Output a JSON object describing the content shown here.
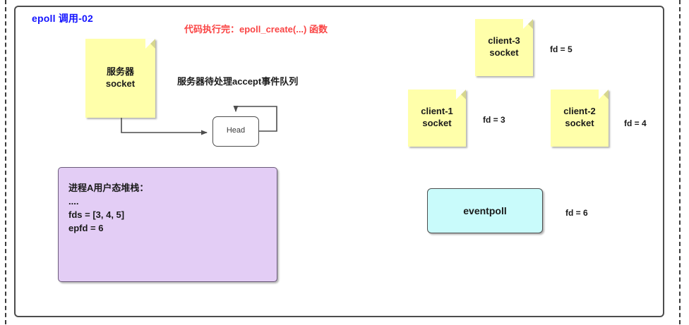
{
  "diagram": {
    "title": "epoll 调用-02",
    "code_note": "代码执行完：epoll_create(...) 函数",
    "queue_caption": "服务器待处理accept事件队列",
    "frame_color": "#4d4d4d",
    "title_color": "#1414ff",
    "note_color": "#fa4545"
  },
  "nodes": {
    "server_socket": {
      "label": "服务器\nsocket",
      "fill": "#ffffaa",
      "kind": "sticky-note"
    },
    "head": {
      "label": "Head",
      "fill": "#ffffff",
      "kind": "rounded-box"
    },
    "user_stack": {
      "text": "进程A用户态堆栈：\n....\nfds = [3, 4, 5]\nepfd = 6",
      "fill": "#e3cdf5",
      "kind": "rounded-box"
    },
    "client1": {
      "label": "client-1\nsocket",
      "fd": "fd = 3",
      "fill": "#ffffaa",
      "kind": "sticky-note"
    },
    "client2": {
      "label": "client-2\nsocket",
      "fd": "fd = 4",
      "fill": "#ffffaa",
      "kind": "sticky-note"
    },
    "client3": {
      "label": "client-3\nsocket",
      "fd": "fd = 5",
      "fill": "#ffffaa",
      "kind": "sticky-note"
    },
    "eventpoll": {
      "label": "eventpoll",
      "fd": "fd = 6",
      "fill": "#c9fbfb",
      "kind": "rounded-box"
    }
  },
  "edges": [
    {
      "from": "server_socket",
      "to": "head",
      "style": "orthogonal-arrow"
    },
    {
      "from": "head",
      "to": "head",
      "style": "self-loop-arrow"
    }
  ]
}
